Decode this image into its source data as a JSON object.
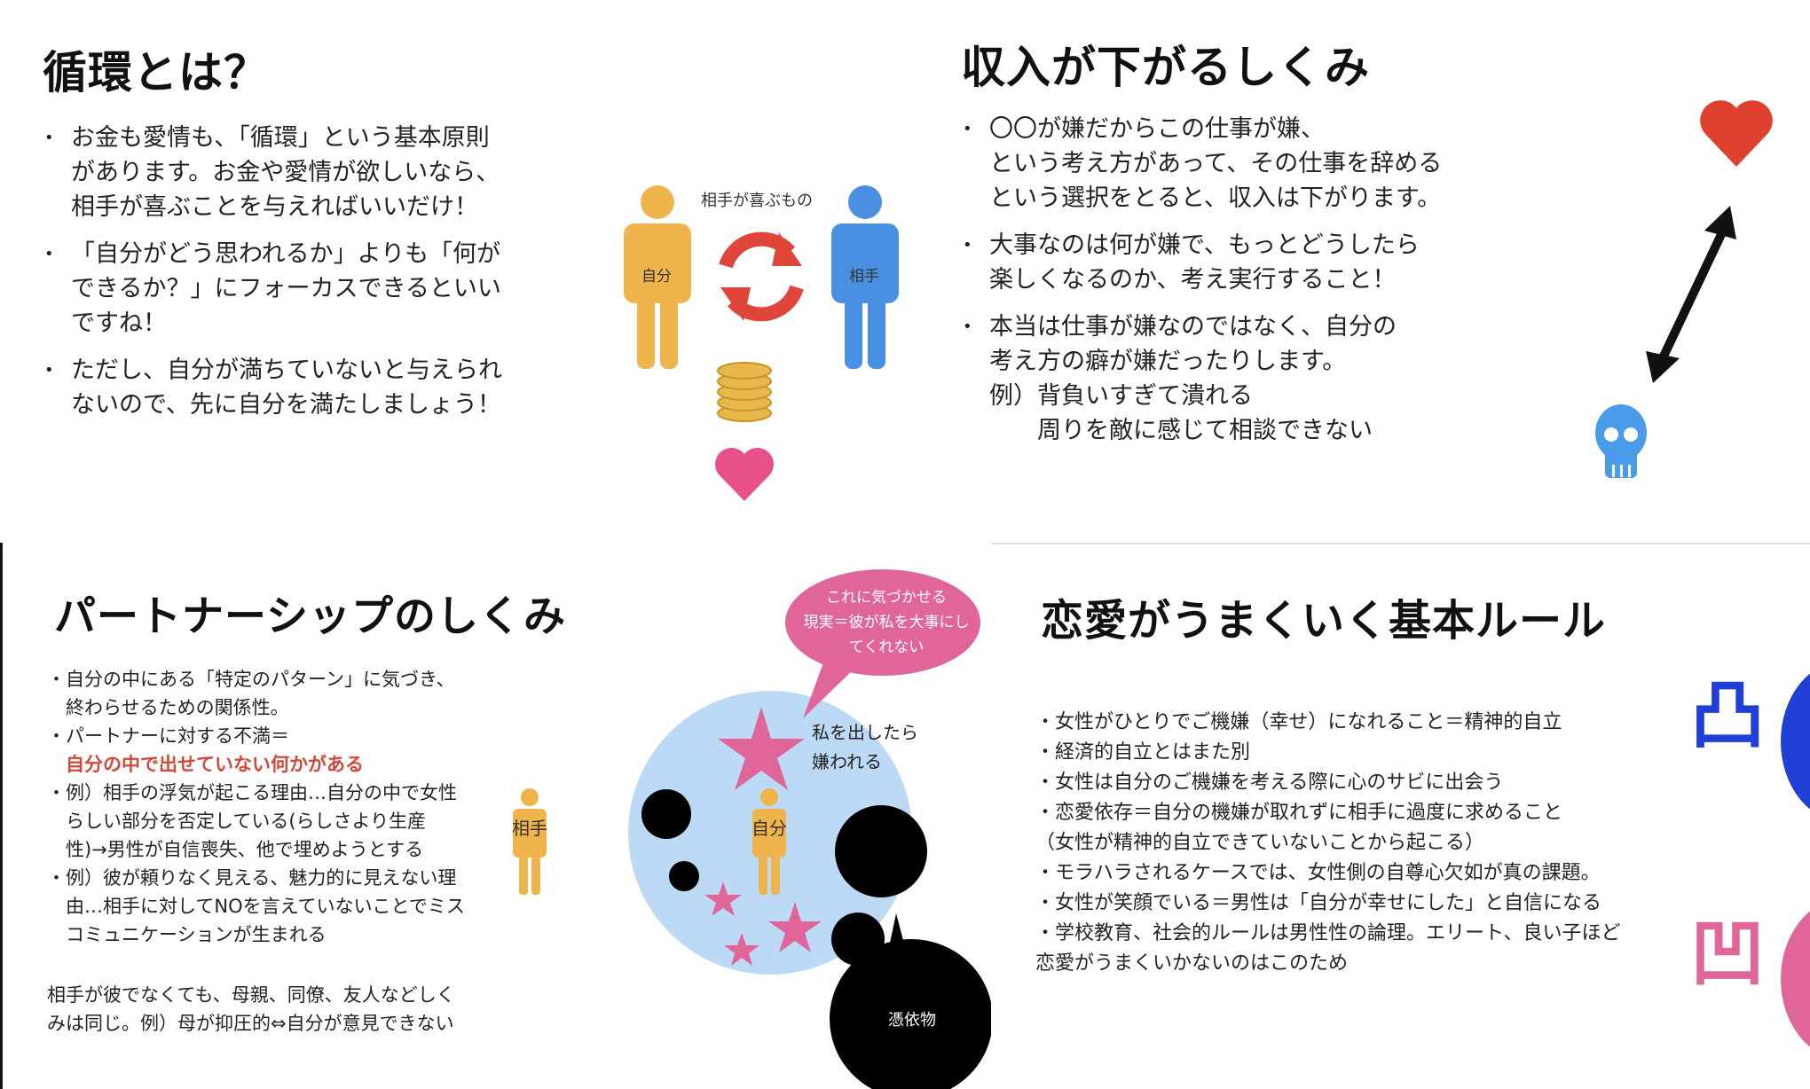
{
  "slides": {
    "cycle": {
      "title": "循環とは？",
      "bullets": [
        "お金も愛情も、「循環」という基本原則\nがあります。お金や愛情が欲しいなら、\n相手が喜ぶことを与えればいいだけ！",
        "「自分がどう思われるか」よりも「何が\nできるか？」にフォーカスできるといい\nですね！",
        "ただし、自分が満ちていないと与えられ\nないので、先に自分を満たしましょう！"
      ],
      "diagram": {
        "top_label": "相手が喜ぶもの",
        "self_label": "自分",
        "other_label": "相手"
      },
      "colors": {
        "self": "#f0b44c",
        "other": "#4a90e2",
        "refresh": "#e0453a",
        "coins": "#e8b84a",
        "heart": "#e8508a"
      }
    },
    "income": {
      "title": "収入が下がるしくみ",
      "bullets": [
        "〇〇が嫌だからこの仕事が嫌、\nという考え方があって、その仕事を辞める\nという選択をとると、収入は下がります。",
        "大事なのは何が嫌で、もっとどうしたら\n楽しくなるのか、考え実行すること！",
        "本当は仕事が嫌なのではなく、自分の\n考え方の癖が嫌だったりします。\n例）背負いすぎて潰れる\n　　周りを敵に感じて相談できない"
      ],
      "colors": {
        "heart": "#e0402e",
        "skull": "#4a9be8"
      }
    },
    "partnership": {
      "title": "パートナーシップのしくみ",
      "bullets": [
        "・自分の中にある「特定のパターン」に気づき、",
        "　終わらせるための関係性。",
        "・パートナーに対する不満＝",
        "　自分の中で出せていない何かがある",
        "・例）相手の浮気が起こる理由…自分の中で女性",
        "　らしい部分を否定している(らしさより生産",
        "　性)→男性が自信喪失、他で埋めようとする",
        "・例）彼が頼りなく見える、魅力的に見えない理",
        "　由…相手に対してNOを言えていないことでミス",
        "　コミュニケーションが生まれる"
      ],
      "footer": [
        "相手が彼でなくても、母親、同僚、友人などしく",
        "みは同じ。例）母が抑圧的⇔自分が意見できない"
      ],
      "diagram": {
        "bubble": [
          "これに気づかせる",
          "現実＝彼が私を大事にし",
          "てくれない"
        ],
        "star_label": [
          "私を出したら",
          "嫌われる"
        ],
        "other_label": "相手",
        "self_label": "自分",
        "possession_label": "憑依物"
      },
      "colors": {
        "highlight": "#d0483a",
        "bubble": "#e0669a",
        "circle": "#bcdaf5",
        "star": "#e0669a",
        "person": "#f0b44c"
      }
    },
    "love": {
      "title": "恋愛がうまくいく基本ルール",
      "bullets": [
        "・女性がひとりでご機嫌（幸せ）になれること＝精神的自立",
        "・経済的自立とはまた別",
        "・女性は自分のご機嫌を考える際に心のサビに出会う",
        "・恋愛依存＝自分の機嫌が取れずに相手に過度に求めること",
        "（女性が精神的自立できていないことから起こる）",
        "・モラハラされるケースでは、女性側の自尊心欠如が真の課題。",
        "・女性が笑顔でいる＝男性は「自分が幸せにした」と自信になる",
        "・学校教育、社会的ルールは男性性の論理。エリート、良い子ほど",
        "恋愛がうまくいかないのはこのため"
      ],
      "icons": {
        "convex": "凸",
        "concave": "凹"
      },
      "colors": {
        "convex": "#1f3fd6",
        "concave": "#e0669a"
      }
    }
  }
}
